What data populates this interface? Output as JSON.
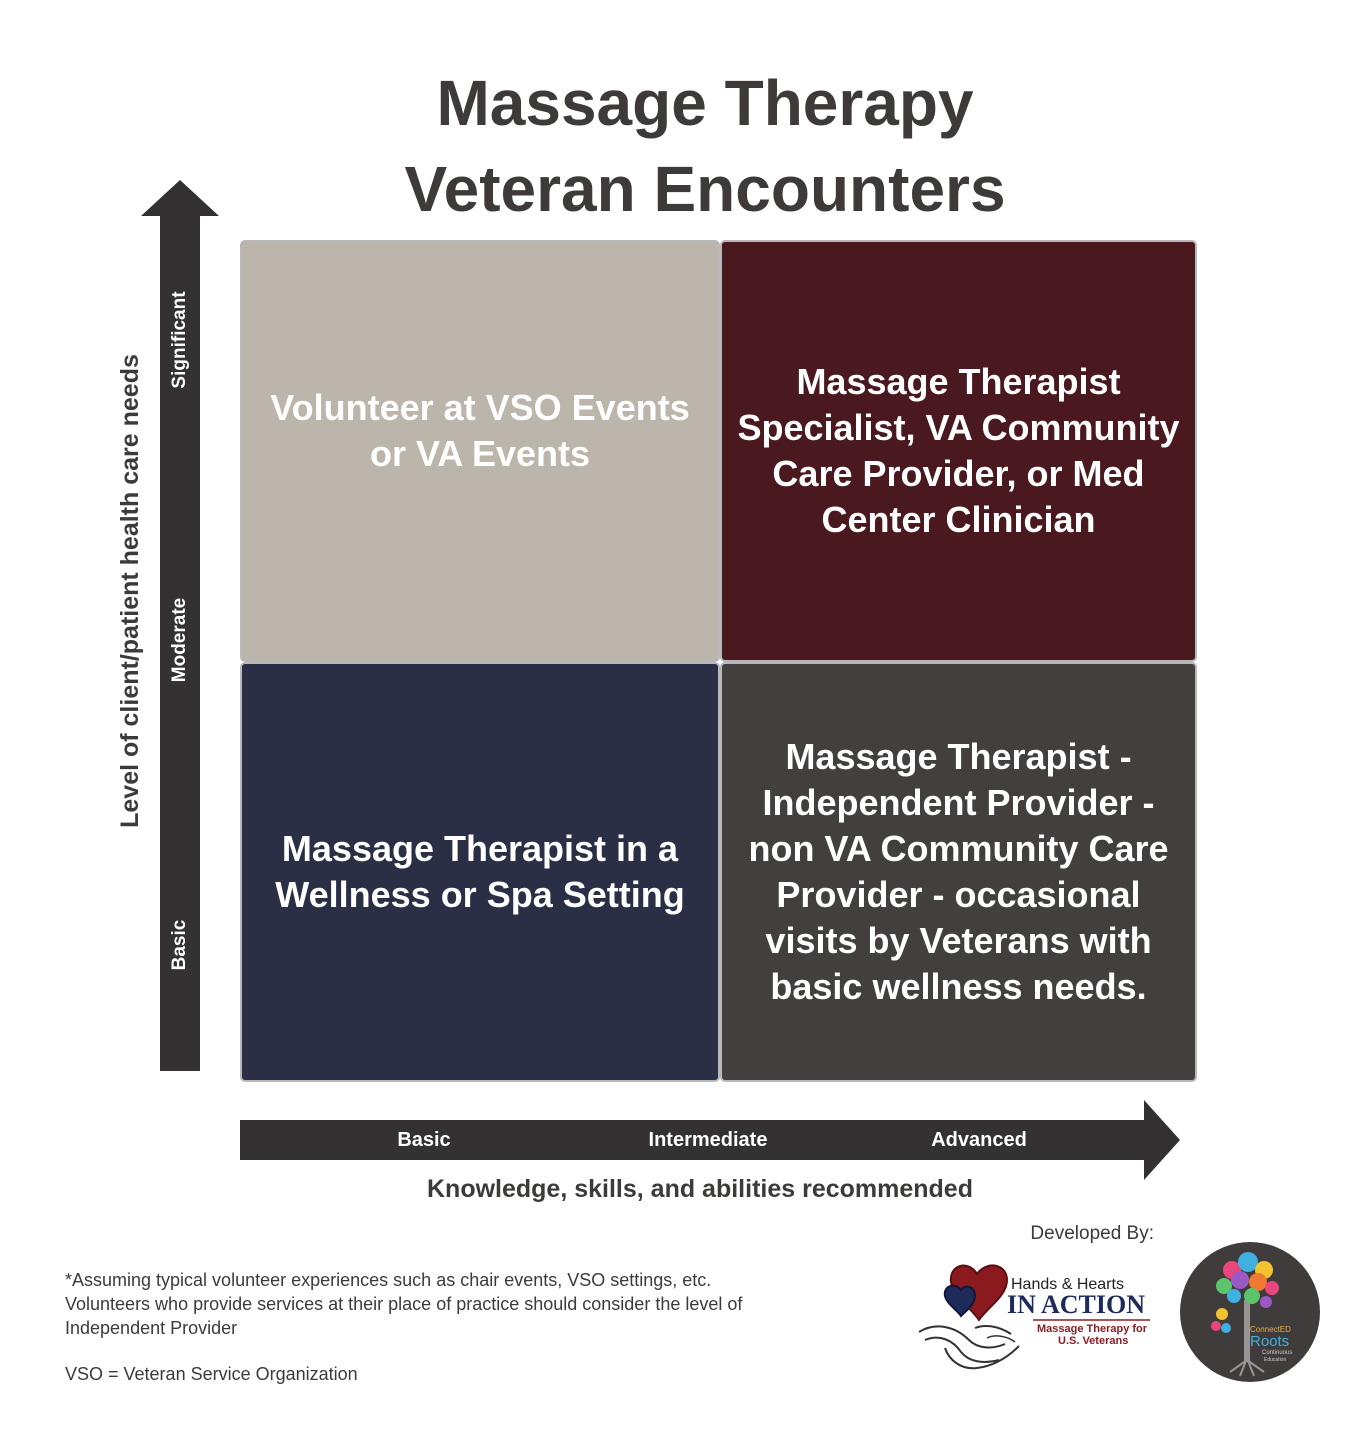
{
  "title": {
    "line1": "Massage Therapy",
    "line2": "Veteran Encounters"
  },
  "y_axis": {
    "label": "Level of client/patient health care needs",
    "ticks": [
      "Basic",
      "Moderate",
      "Significant"
    ]
  },
  "x_axis": {
    "label": "Knowledge, skills, and abilities recommended",
    "ticks": [
      "Basic",
      "Intermediate",
      "Advanced"
    ]
  },
  "quadrants": {
    "top_left": "Volunteer at VSO Events or VA Events",
    "top_right": "Massage Therapist Specialist, VA Community Care Provider, or Med Center Clinician",
    "bottom_left": "Massage Therapist in a Wellness or Spa Setting",
    "bottom_right": "Massage Therapist - Independent Provider - non VA Community Care Provider - occasional visits by Veterans with basic wellness needs."
  },
  "colors": {
    "top_left": "#bcb5ac",
    "top_right": "#4a181f",
    "bottom_left": "#2b2f45",
    "bottom_right": "#433f3e",
    "axis": "#333132"
  },
  "footer": {
    "developed_by": "Developed By:",
    "footnote": "*Assuming typical volunteer experiences such as chair events, VSO settings, etc. Volunteers who provide services at their place of practice should consider the level of Independent Provider",
    "abbreviation": "VSO = Veteran Service Organization"
  },
  "logos": {
    "hands_hearts": {
      "icon": "hearts-hands-logo",
      "line1": "Hands & Hearts",
      "line2": "IN ACTION",
      "line3": "Massage Therapy for",
      "line4": "U.S. Veterans"
    },
    "connected_roots": {
      "icon": "tree-logo",
      "line1": "ConnectED",
      "line2": "Roots",
      "line3": "Continuous",
      "line4": "Education"
    }
  }
}
